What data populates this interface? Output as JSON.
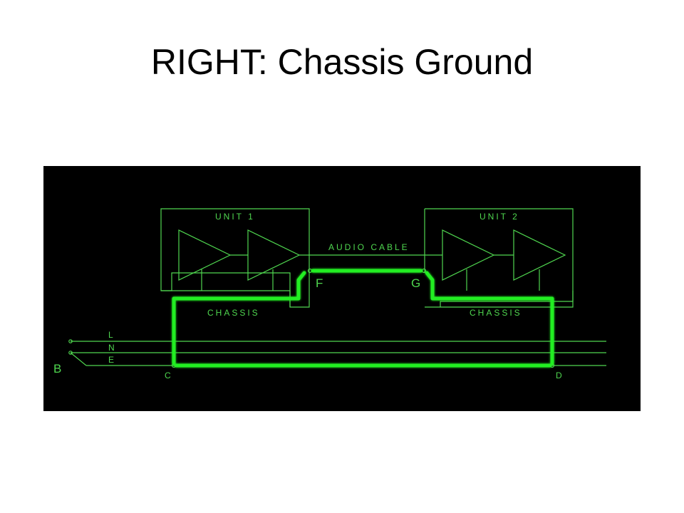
{
  "title": "RIGHT: Chassis Ground",
  "colors": {
    "background": "#000000",
    "schematic": "#4fd64f",
    "ground_path": "#22ee22",
    "text": "#4fd64f"
  },
  "diagram": {
    "unit1_label": "UNIT 1",
    "unit2_label": "UNIT 2",
    "cable_label": "AUDIO CABLE",
    "chassis1_label": "CHASSIS",
    "chassis2_label": "CHASSIS",
    "line_labels": {
      "l": "L",
      "n": "N",
      "e": "E"
    },
    "node_labels": {
      "b": "B",
      "c": "C",
      "d": "D",
      "f": "F",
      "g": "G"
    }
  }
}
